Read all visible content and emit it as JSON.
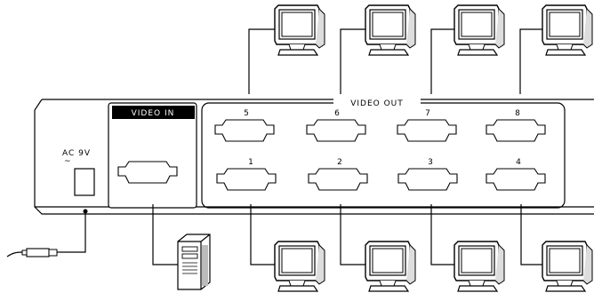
{
  "panel": {
    "power_label": "AC 9V",
    "power_symbol": "~",
    "video_in_label": "VIDEO IN",
    "video_out_label": "VIDEO OUT"
  },
  "ports": {
    "top": [
      "5",
      "6",
      "7",
      "8"
    ],
    "bottom": [
      "1",
      "2",
      "3",
      "4"
    ]
  },
  "icons": {
    "monitor": "crt-monitor-icon",
    "computer": "tower-pc-icon",
    "power_plug": "power-plug-icon"
  }
}
